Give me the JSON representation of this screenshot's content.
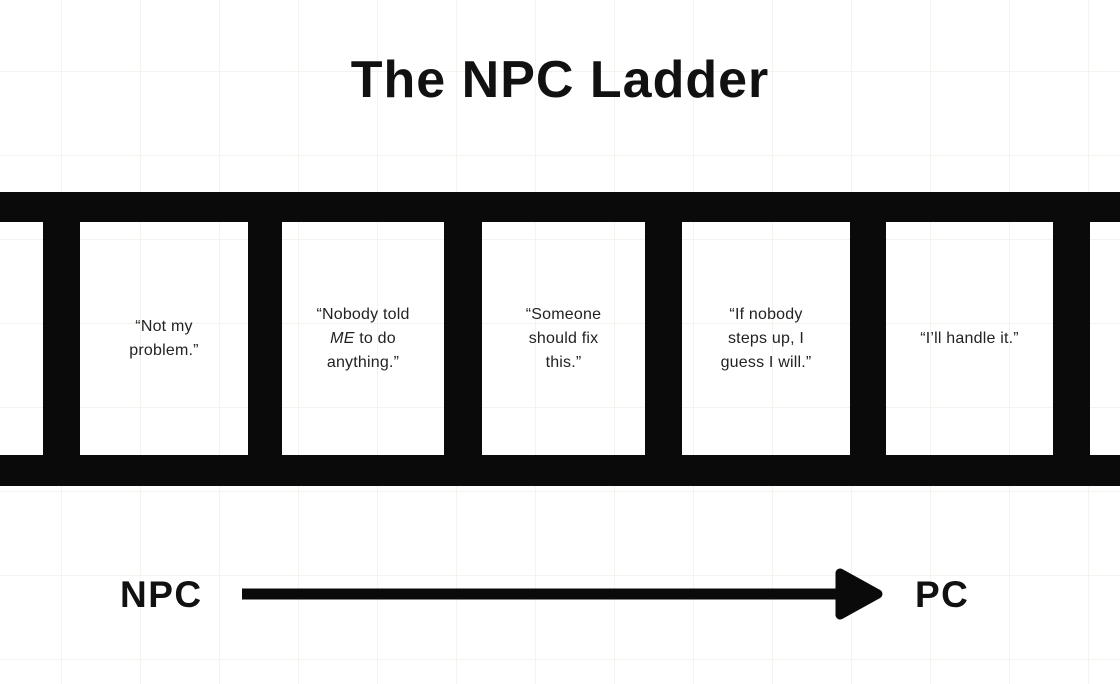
{
  "page": {
    "title": "The NPC Ladder"
  },
  "ladder": {
    "cells": [
      {
        "text": "“Not my problem.”",
        "lines": [
          [
            {
              "t": "“Not my"
            }
          ],
          [
            {
              "t": "problem.”"
            }
          ]
        ]
      },
      {
        "text": "“Nobody told ME to do anything.”",
        "lines": [
          [
            {
              "t": "“Nobody told"
            }
          ],
          [
            {
              "t": "ME",
              "i": true
            },
            {
              "t": " to do"
            }
          ],
          [
            {
              "t": "anything.”"
            }
          ]
        ]
      },
      {
        "text": "“Someone should fix this.”",
        "lines": [
          [
            {
              "t": "“Someone"
            }
          ],
          [
            {
              "t": "should fix"
            }
          ],
          [
            {
              "t": "this.”"
            }
          ]
        ]
      },
      {
        "text": "“If nobody steps up, I guess I will.”",
        "lines": [
          [
            {
              "t": "“If nobody"
            }
          ],
          [
            {
              "t": "steps up, I"
            }
          ],
          [
            {
              "t": "guess I will.”"
            }
          ]
        ]
      },
      {
        "text": "“I’ll handle it.”",
        "lines": [
          [
            {
              "t": "“I’ll handle it.”"
            }
          ]
        ]
      }
    ]
  },
  "axis": {
    "start_label": "NPC",
    "end_label": "PC"
  },
  "colors": {
    "ink": "#0a0a0a",
    "quote_text": "#222222",
    "grid_line": "#f5f3ee",
    "background": "#ffffff"
  }
}
